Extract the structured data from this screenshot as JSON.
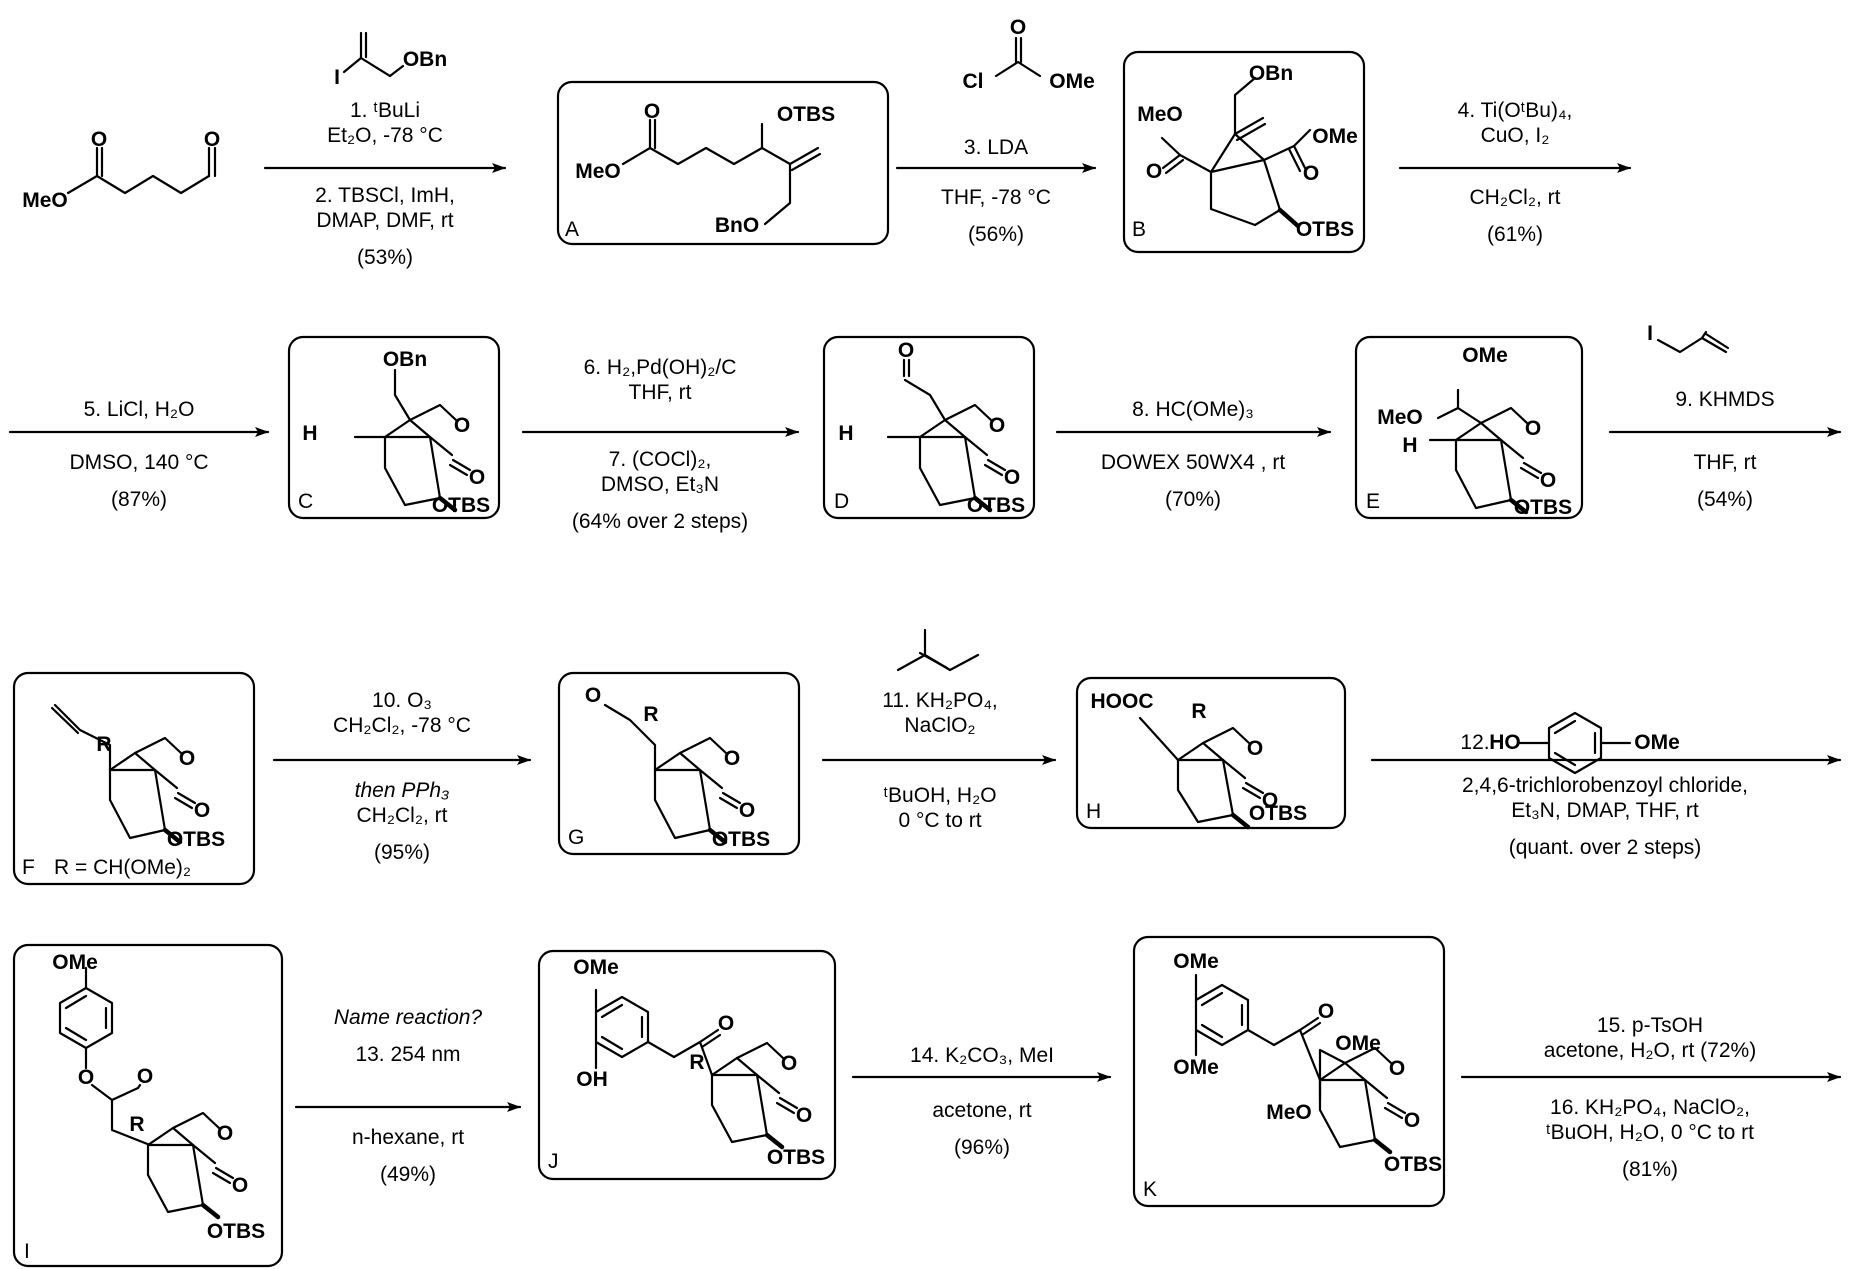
{
  "steps": [
    {
      "num": "1.",
      "line": "ᵗBuLi"
    },
    {
      "num": "2.",
      "line": "TBSCl, ImH,"
    }
  ],
  "conditions": {
    "s1_above": [
      "1. ᵗBuLi",
      "Et₂O, -78 °C"
    ],
    "s1_below": [
      "2. TBSCl, ImH,",
      "DMAP, DMF, rt",
      "(53%)"
    ],
    "s3_above": [
      "3. LDA"
    ],
    "s3_below": [
      "THF, -78 °C",
      "(56%)"
    ],
    "s4_above": [
      "4. Ti(OᵗBu)₄,",
      "CuO, I₂"
    ],
    "s4_below": [
      "CH₂Cl₂, rt",
      "(61%)"
    ],
    "s5_above": [
      "5. LiCl, H₂O"
    ],
    "s5_below": [
      "DMSO, 140 °C",
      "(87%)"
    ],
    "s67_above": [
      "6. H₂,Pd(OH)₂/C",
      "THF, rt"
    ],
    "s67_below": [
      "7. (COCl)₂,",
      "DMSO, Et₃N",
      "(64% over 2 steps)"
    ],
    "s8_above": [
      "8. HC(OMe)₃"
    ],
    "s8_below": [
      "DOWEX 50WX4 , rt",
      "(70%)"
    ],
    "s9_above": [
      "9. KHMDS"
    ],
    "s9_below": [
      "THF, rt",
      "(54%)"
    ],
    "s10_above": [
      "10. O₃",
      "CH₂Cl₂, -78 °C"
    ],
    "s10_below": [
      "then PPh₃",
      "CH₂Cl₂, rt",
      "(95%)"
    ],
    "s11_above": [
      "11. KH₂PO₄,",
      "NaClO₂"
    ],
    "s11_below": [
      "ᵗBuOH, H₂O",
      "0 °C to rt"
    ],
    "s12_above": [
      "12."
    ],
    "s12_below": [
      "2,4,6-trichlorobenzoyl chloride,",
      "Et₃N, DMAP, THF, rt",
      "(quant. over 2 steps)"
    ],
    "s13_above": [
      "Name reaction?",
      "13. 254 nm"
    ],
    "s13_below": [
      "n-hexane, rt",
      "(49%)"
    ],
    "s14_above": [
      "14. K₂CO₃, MeI"
    ],
    "s14_below": [
      "acetone, rt",
      "(96%)"
    ],
    "s1516_above": [
      "15. p-TsOH",
      "acetone, H₂O, rt (72%)"
    ],
    "s1516_below": [
      "16.  KH₂PO₄, NaClO₂,",
      "ᵗBuOH, H₂O, 0 °C to rt",
      "(81%)"
    ]
  },
  "compound_labels": [
    "A",
    "B",
    "C",
    "D",
    "E",
    "F",
    "G",
    "H",
    "I",
    "J",
    "K"
  ],
  "f_substituent": "R = CH(OMe)₂",
  "atoms": {
    "meo": "MeO",
    "o": "O",
    "obn": "OBn",
    "i": "I",
    "otbs": "OTBS",
    "bno": "BnO",
    "cl": "Cl",
    "ome": "OMe",
    "h": "H",
    "r": "R",
    "hooc": "HOOC",
    "ho": "HO",
    "oh": "OH"
  }
}
